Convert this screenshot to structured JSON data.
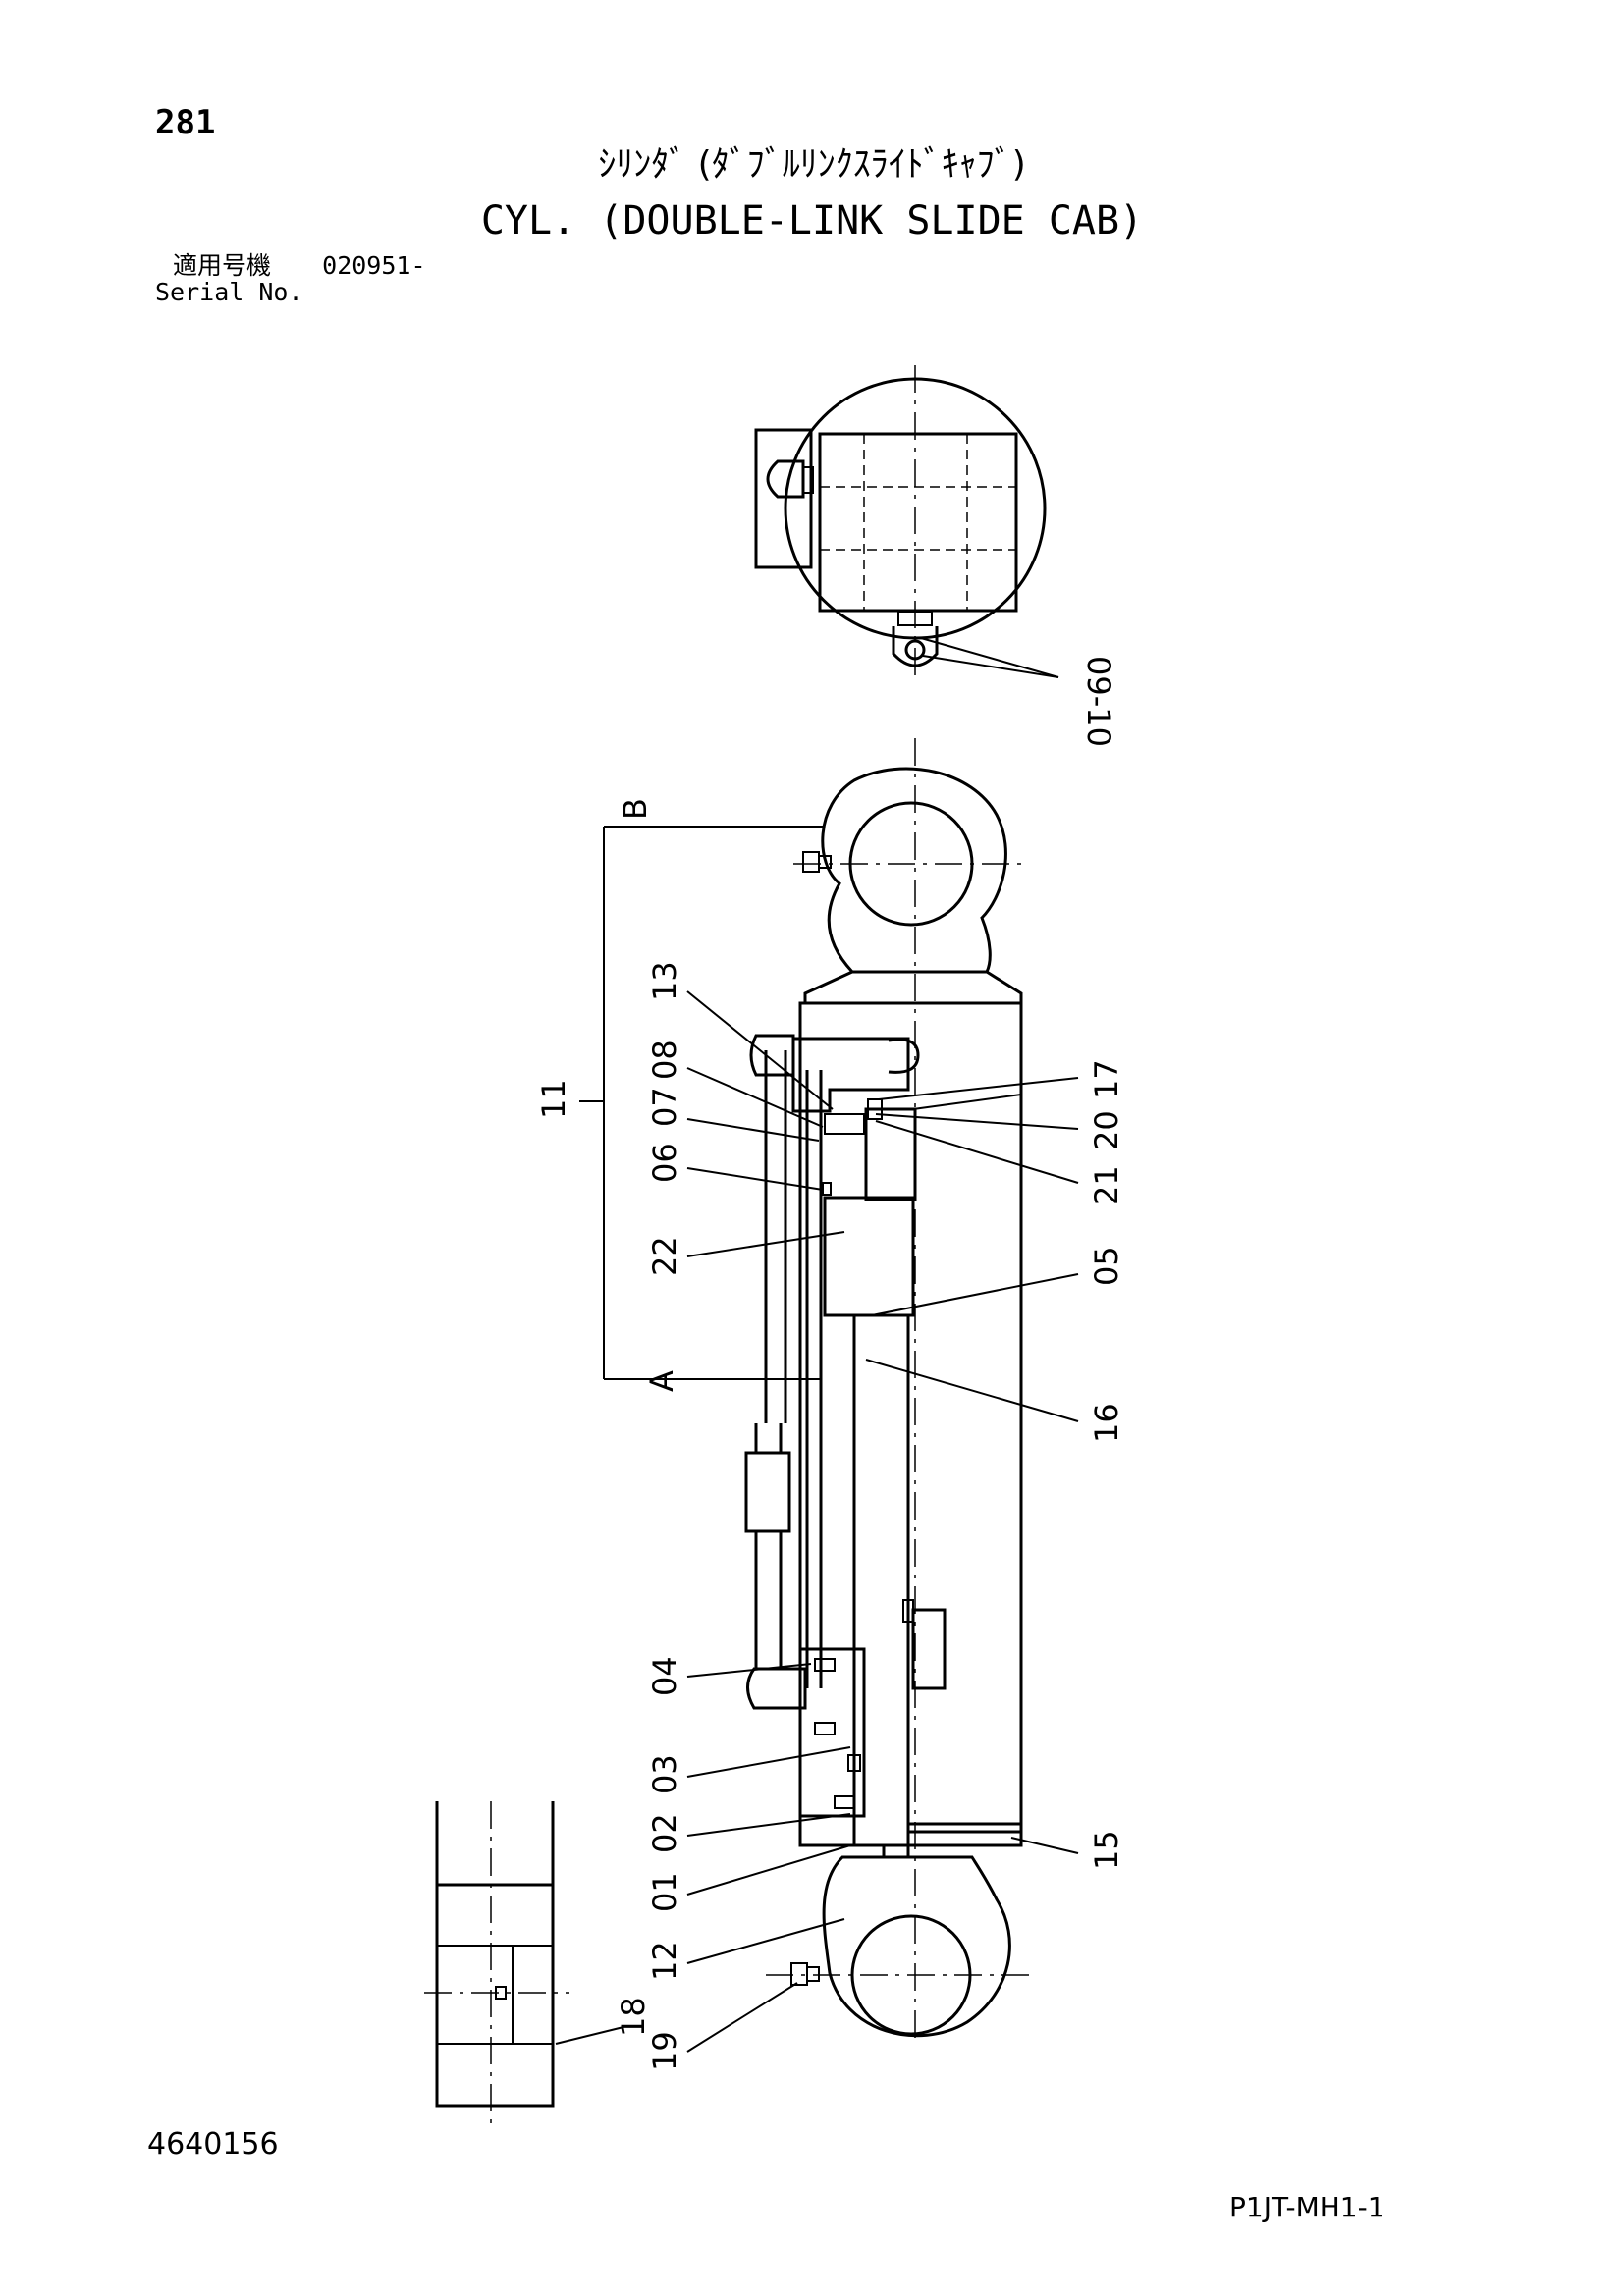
{
  "header": {
    "page_number": "281",
    "title_jp": "ｼﾘﾝﾀﾞ (ﾀﾞﾌﾞﾙﾘﾝｸｽﾗｲﾄﾞｷｬﾌﾞ)",
    "title_en": "CYL. (DOUBLE-LINK SLIDE CAB)",
    "serial_label_jp": "適用号機",
    "serial_value": "020951-",
    "serial_label_en": "Serial No."
  },
  "footer": {
    "drawing_number": "4640156",
    "sheet_code": "P1JT-MH1-1"
  },
  "callouts": {
    "c0910": "09-10",
    "cB": "B",
    "cA": "A",
    "c11": "11",
    "c13": "13",
    "c08": "08",
    "c07": "07",
    "c06": "06",
    "c22": "22",
    "c17": "17",
    "c20": "20",
    "c21": "21",
    "c05": "05",
    "c16": "16",
    "c04": "04",
    "c03": "03",
    "c02": "02",
    "c01": "01",
    "c12": "12",
    "c15": "15",
    "c18": "18",
    "c19": "19"
  }
}
